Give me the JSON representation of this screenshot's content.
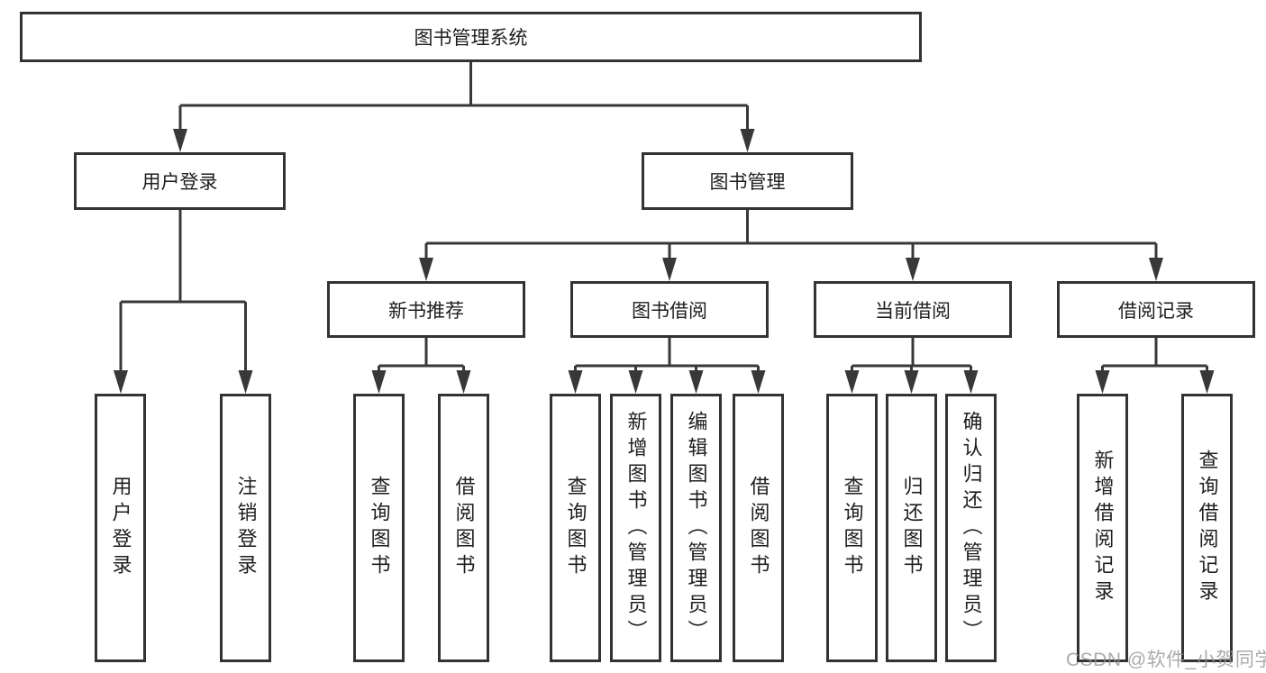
{
  "root": {
    "label": "图书管理系统"
  },
  "level2": {
    "user_login": {
      "label": "用户登录"
    },
    "book_mgmt": {
      "label": "图书管理"
    }
  },
  "level3": {
    "new_book_rec": {
      "label": "新书推荐"
    },
    "book_borrow": {
      "label": "图书借阅"
    },
    "current_borrow": {
      "label": "当前借阅"
    },
    "borrow_record": {
      "label": "借阅记录"
    }
  },
  "leaves": {
    "user_login": [
      "用户登录",
      "注销登录"
    ],
    "new_book_rec": [
      "查询图书",
      "借阅图书"
    ],
    "book_borrow": [
      "查询图书",
      "新增图书（管理员）",
      "编辑图书（管理员）",
      "借阅图书"
    ],
    "current_borrow": [
      "查询图书",
      "归还图书",
      "确认归还（管理员）"
    ],
    "borrow_record": [
      "新增借阅记录",
      "查询借阅记录"
    ]
  },
  "watermark": "CSDN @软件_小贺同学",
  "colors": {
    "line": "#383838",
    "box_border": "#333333",
    "text": "#1e1e1e",
    "background": "#ffffff",
    "watermark": "#949494"
  }
}
